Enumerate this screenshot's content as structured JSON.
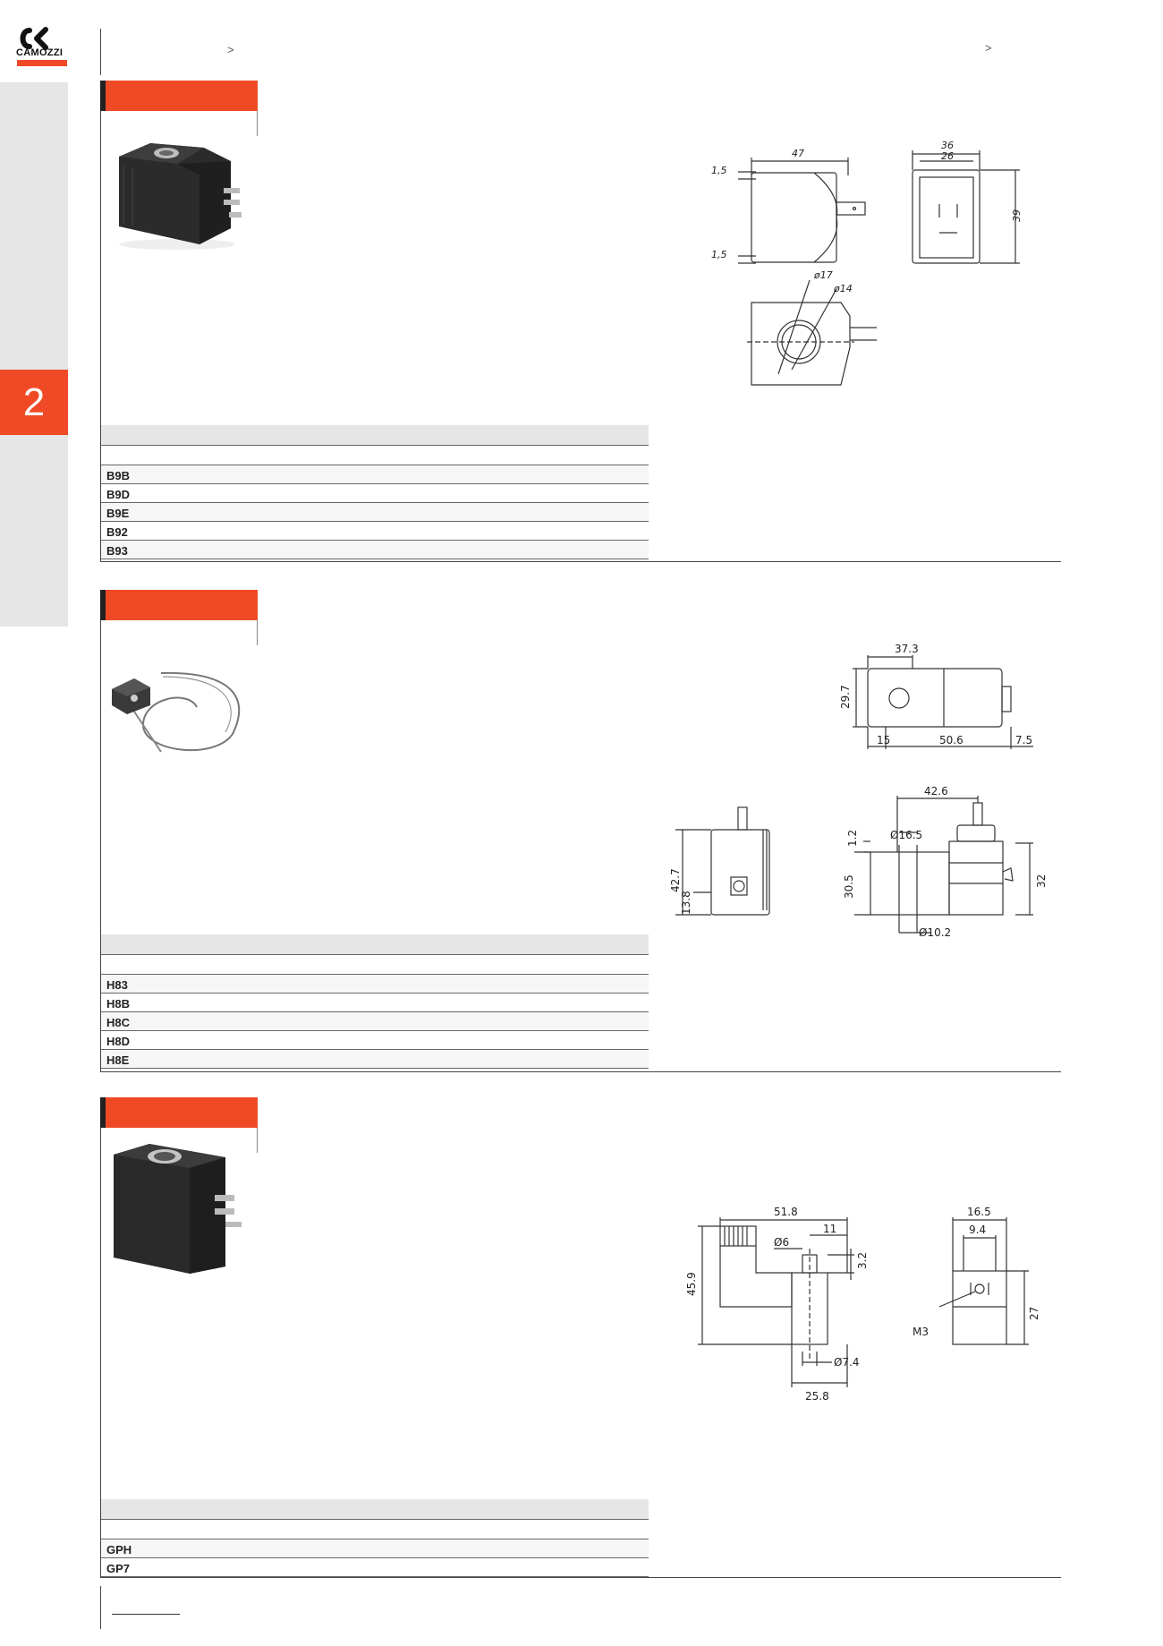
{
  "brand": {
    "name": "CAMOZZI"
  },
  "header": {
    "chevron_left": ">",
    "chevron_right": ">"
  },
  "chapter": {
    "number": "2"
  },
  "sections": [
    {
      "codes": [
        "B9B",
        "B9D",
        "B9E",
        "B92",
        "B93"
      ],
      "dimensions": [
        "47",
        "1,5",
        "1,5",
        "36",
        "26",
        "39",
        "ø17",
        "ø14"
      ]
    },
    {
      "codes": [
        "H83",
        "H8B",
        "H8C",
        "H8D",
        "H8E"
      ],
      "dimensions": [
        "37.3",
        "29.7",
        "15",
        "50.6",
        "7.5",
        "42.6",
        "1.2",
        "Ø16.5",
        "42.7",
        "13.8",
        "30.5",
        "32",
        "Ø10.2"
      ]
    },
    {
      "codes": [
        "GPH",
        "GP7"
      ],
      "dimensions": [
        "51.8",
        "11",
        "Ø6",
        "3.2",
        "45.9",
        "Ø7.4",
        "25.8",
        "16.5",
        "9.4",
        "M3",
        "27"
      ]
    }
  ]
}
